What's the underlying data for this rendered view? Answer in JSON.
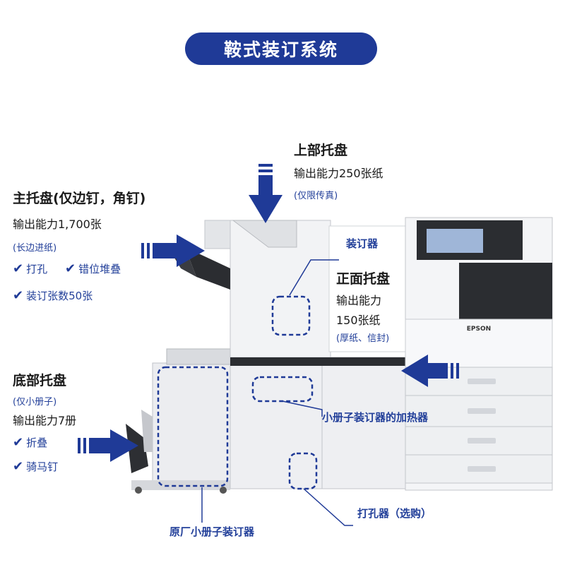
{
  "title": "鞍式装订系统",
  "upper_tray": {
    "heading": "上部托盘",
    "capacity": "输出能力250张纸",
    "note": "(仅限传真)"
  },
  "main_tray": {
    "heading": "主托盘(仅边钉，角钉)",
    "capacity": "输出能力1,700张",
    "note": "(长边进纸)",
    "features": [
      "打孔",
      "错位堆叠",
      "装订张数50张"
    ]
  },
  "front_tray": {
    "heading": "正面托盘",
    "capacity_line1": "输出能力",
    "capacity_line2": "150张纸",
    "note": "(厚纸、信封)"
  },
  "bottom_tray": {
    "heading": "底部托盘",
    "note": "(仅小册子)",
    "capacity": "输出能力7册",
    "features": [
      "折叠",
      "骑马钉"
    ]
  },
  "callouts": {
    "stapler": "装订器",
    "booklet_heater": "小册子装订器的加热器",
    "hole_punch": "打孔器（选购）",
    "booklet_maker": "原厂小册子装订器"
  },
  "printer_brand": "EPSON",
  "icons": {
    "check": "✔"
  },
  "colors": {
    "accent": "#1f3a97",
    "label": "#23409a"
  }
}
